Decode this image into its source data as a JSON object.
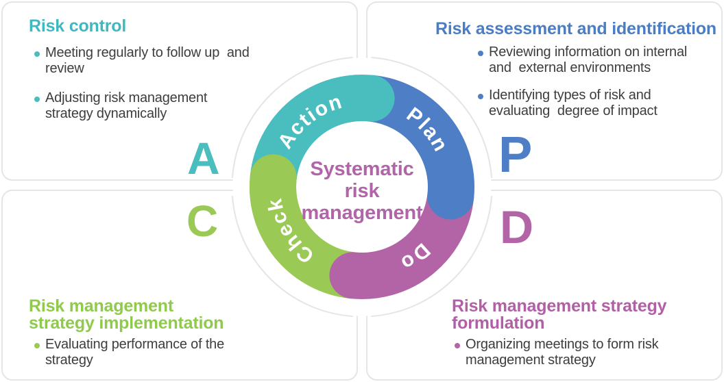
{
  "palette": {
    "teal": "#4ABEBE",
    "blue": "#4E7EC5",
    "green": "#9BC956",
    "purple": "#B264A7",
    "heading_teal": "#3EB9BF",
    "heading_blue": "#4A7DC4",
    "heading_green": "#90CA4D",
    "heading_purple": "#B160A6",
    "center_text": "#B164A8",
    "body_text": "#3D3D3D",
    "card_border": "#E5E5E7",
    "card_bg": "#FFFFFF"
  },
  "center": {
    "lines": [
      "Systematic",
      "risk",
      "management"
    ]
  },
  "ring": {
    "action": {
      "label": "Action",
      "color": "#4ABEBE"
    },
    "plan": {
      "label": "Plan",
      "color": "#4E7EC5"
    },
    "do": {
      "label": "Do",
      "color": "#B264A7"
    },
    "check": {
      "label": "Check",
      "color": "#9BC956"
    }
  },
  "sections": {
    "risk_control": {
      "letter": "A",
      "title": "Risk control",
      "bullets": [
        "Meeting regularly to follow up  and\nreview",
        "Adjusting risk management\nstrategy dynamically"
      ]
    },
    "risk_assessment": {
      "letter": "P",
      "title": "Risk assessment and identification",
      "bullets": [
        "Reviewing information on internal\nand  external environments",
        "Identifying types of risk and\nevaluating  degree of impact"
      ]
    },
    "strategy_implementation": {
      "letter": "C",
      "title": "Risk management\nstrategy implementation",
      "bullets": [
        "Evaluating performance of the\nstrategy"
      ]
    },
    "strategy_formulation": {
      "letter": "D",
      "title": "Risk management strategy\nformulation",
      "bullets": [
        "Organizing meetings to form risk\nmanagement strategy"
      ]
    }
  }
}
